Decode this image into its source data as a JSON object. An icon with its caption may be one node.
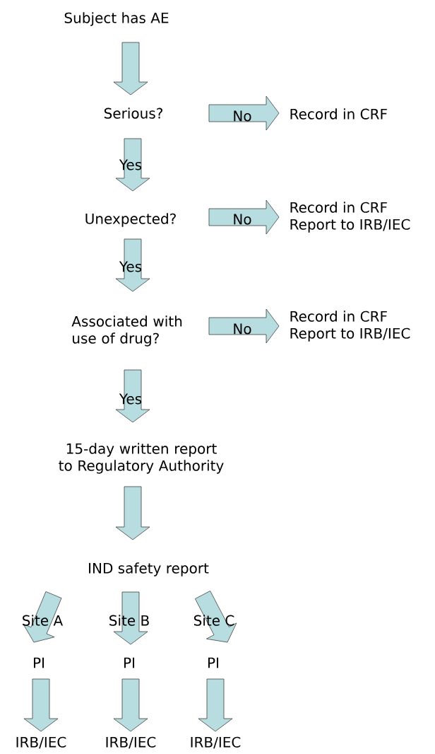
{
  "diagram": {
    "nodes": [
      {
        "text": [
          "Subject has AE"
        ]
      },
      {
        "text": [
          "Serious?"
        ]
      },
      {
        "text": [
          "Record in CRF"
        ]
      },
      {
        "text": [
          "Unexpected?"
        ]
      },
      {
        "text": [
          "Record in CRF",
          "Report to IRB/IEC"
        ]
      },
      {
        "text": [
          "Associated with use of drug?"
        ]
      },
      {
        "text": [
          "Record in CRF",
          "Report to IRB/IEC"
        ]
      },
      {
        "text": [
          "15-day written report to Regulatory Authority"
        ]
      },
      {
        "text": [
          "IND safety report"
        ]
      },
      {
        "text": [
          "PI"
        ]
      },
      {
        "text": [
          "PI"
        ]
      },
      {
        "text": [
          "PI"
        ]
      },
      {
        "text": [
          "IRB/IEC"
        ]
      },
      {
        "text": [
          "IRB/IEC"
        ]
      },
      {
        "text": [
          "IRB/IEC"
        ]
      }
    ],
    "edges": [
      {
        "from": 0,
        "to": 1,
        "arrow": "to"
      },
      {
        "from": 1,
        "to": 2,
        "arrow": "to",
        "label": "No"
      },
      {
        "from": 1,
        "to": 3,
        "arrow": "to",
        "label": "Yes"
      },
      {
        "from": 3,
        "to": 4,
        "arrow": "to",
        "label": "No"
      },
      {
        "from": 3,
        "to": 5,
        "arrow": "to",
        "label": "Yes"
      },
      {
        "from": 5,
        "to": 6,
        "arrow": "to",
        "label": "No"
      },
      {
        "from": 5,
        "to": 7,
        "arrow": "to",
        "label": "Yes"
      },
      {
        "from": 7,
        "to": 8,
        "arrow": "to"
      },
      {
        "from": 8,
        "to": 9,
        "arrow": "to",
        "label": "Site A"
      },
      {
        "from": 8,
        "to": 10,
        "arrow": "to",
        "label": "Site B"
      },
      {
        "from": 8,
        "to": 11,
        "arrow": "to",
        "label": "Site C"
      },
      {
        "from": 9,
        "to": 12,
        "arrow": "to"
      },
      {
        "from": 10,
        "to": 13,
        "arrow": "to"
      },
      {
        "from": 11,
        "to": 14,
        "arrow": "to"
      }
    ]
  }
}
